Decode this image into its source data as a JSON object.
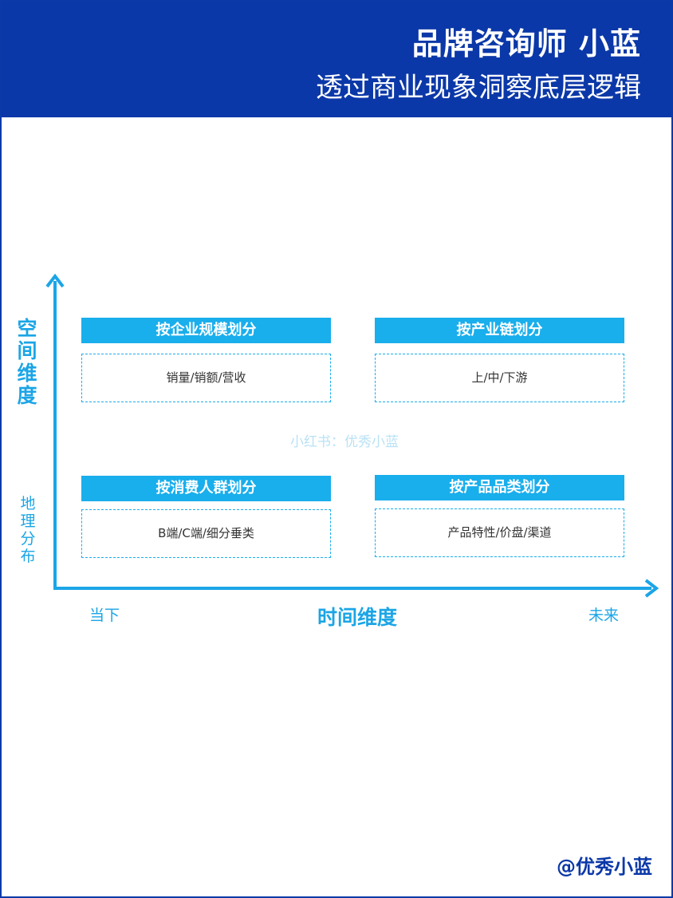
{
  "header": {
    "title": "品牌咨询师 小蓝",
    "subtitle": "透过商业现象洞察底层逻辑"
  },
  "axes": {
    "y_title": "空间维度",
    "y_sub": "地理分布",
    "x_title": "时间维度",
    "x_start": "当下",
    "x_end": "未来"
  },
  "quadrants": [
    {
      "title": "按企业规模划分",
      "content": "销量/销额/营收"
    },
    {
      "title": "按产业链划分",
      "content": "上/中/下游"
    },
    {
      "title": "按消费人群划分",
      "content": "B端/C端/细分垂类"
    },
    {
      "title": "按产品品类划分",
      "content": "产品特性/价盘/渠道"
    }
  ],
  "watermark": "小红书：优秀小蓝",
  "footer": {
    "handle": "@优秀小蓝"
  },
  "colors": {
    "header_bg": "#0b38a8",
    "accent": "#19aeec",
    "axis": "#1ba5e6"
  }
}
